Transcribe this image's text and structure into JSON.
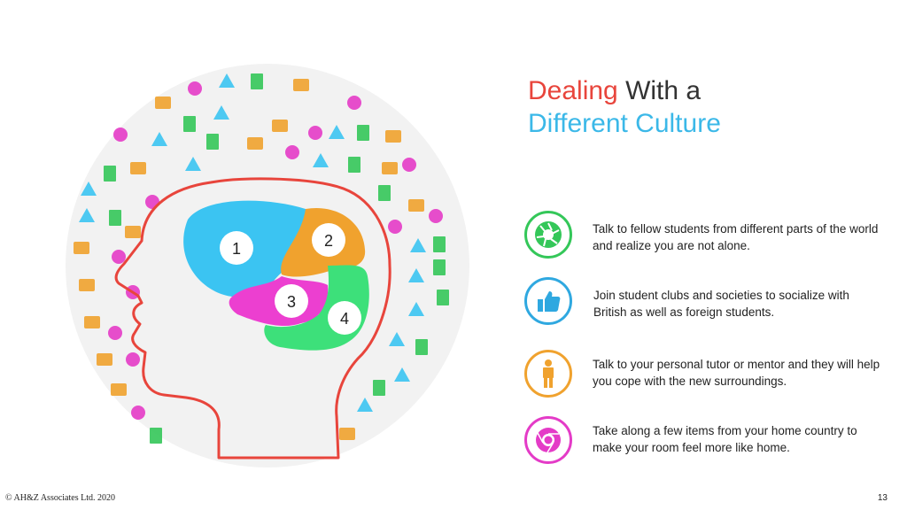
{
  "title": {
    "part1": "Dealing",
    "part2": " With a",
    "line2": "Different Culture"
  },
  "brain_sections": [
    "1",
    "2",
    "3",
    "4"
  ],
  "tips": [
    {
      "icon": "camera-aperture-icon",
      "color": "#34c759",
      "text": "Talk to fellow students from different parts of the world and realize you are not alone."
    },
    {
      "icon": "thumbs-up-icon",
      "color": "#2fa8e0",
      "text": "Join student clubs and societies to socialize with British as well as foreign students."
    },
    {
      "icon": "person-icon",
      "color": "#f0a22e",
      "text": "Talk to your personal tutor or mentor and they will help you cope with the new surroundings."
    },
    {
      "icon": "chrome-logo-icon",
      "color": "#e43bc7",
      "text": "Take along a few items from your home country to make your room feel more like home."
    }
  ],
  "colors": {
    "title_red": "#e8453c",
    "title_blue": "#3bb8e8",
    "head_outline": "#e8453c",
    "lobe1": "#3bc4f2",
    "lobe2": "#f0a22e",
    "lobe3": "#ec3fd0",
    "lobe4": "#3de07a"
  },
  "footer": {
    "copyright": "© AH&Z Associates Ltd. 2020",
    "page": "13"
  }
}
